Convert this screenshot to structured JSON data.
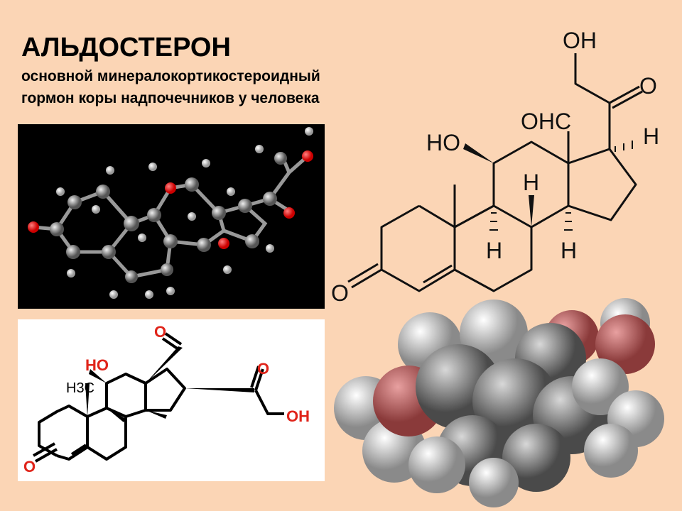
{
  "title": "АЛЬДОСТЕРОН",
  "subtitle_line1": "основной минералокортикостероидный",
  "subtitle_line2": "гормон коры надпочечников у человека",
  "structure_large": {
    "oh_top": "OH",
    "o_ketone": "O",
    "ohc": "OHC",
    "ho": "HO",
    "h17": "H",
    "h8": "H",
    "h9": "H",
    "h14": "H",
    "o3": "O"
  },
  "structure_small": {
    "o_ald": "O",
    "ho": "HO",
    "h3c": "H3C",
    "o_ketone": "O",
    "oh": "OH",
    "o3": "O"
  },
  "colors": {
    "background": "#fbd5b5",
    "oxygen": "#e0241a",
    "black_panel": "#000000"
  }
}
